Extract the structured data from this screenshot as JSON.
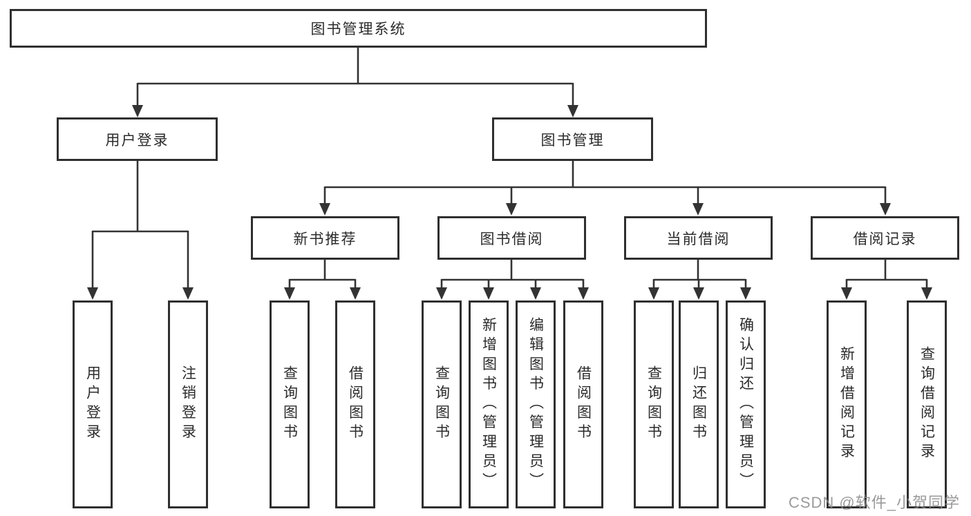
{
  "diagram": {
    "root": {
      "label": "图书管理系统"
    },
    "level2": [
      {
        "label": "用户登录"
      },
      {
        "label": "图书管理"
      }
    ],
    "level3": [
      {
        "label": "新书推荐"
      },
      {
        "label": "图书借阅"
      },
      {
        "label": "当前借阅"
      },
      {
        "label": "借阅记录"
      }
    ],
    "leaves": [
      {
        "label": "用户登录"
      },
      {
        "label": "注销登录"
      },
      {
        "label": "查询图书"
      },
      {
        "label": "借阅图书"
      },
      {
        "label": "查询图书"
      },
      {
        "label": "新增图书（管理员）"
      },
      {
        "label": "编辑图书（管理员）"
      },
      {
        "label": "借阅图书"
      },
      {
        "label": "查询图书"
      },
      {
        "label": "归还图书"
      },
      {
        "label": "确认归还（管理员）"
      },
      {
        "label": "新增借阅记录"
      },
      {
        "label": "查询借阅记录"
      }
    ],
    "watermark": "CSDN @软件_小贺同学",
    "colors": {
      "line": "#333333",
      "border": "#2f2f2f",
      "text": "#2b2b2b",
      "watermark": "#8c8c8c",
      "background": "#ffffff"
    }
  }
}
